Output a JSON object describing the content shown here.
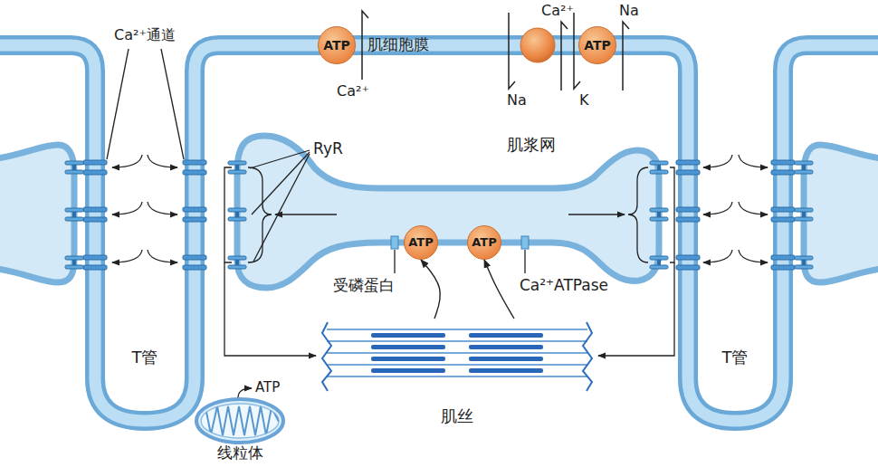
{
  "diagram": {
    "nodes": [
      {
        "text": [
          "ATP"
        ]
      },
      {
        "text": [
          "ATP"
        ]
      },
      {
        "text": [
          "ATP"
        ]
      },
      {
        "text": [
          "ATP"
        ]
      },
      {
        "text": [
          "肌丝"
        ]
      },
      {
        "text": [
          "线粒体"
        ]
      }
    ],
    "edges": [
      {
        "from": 4,
        "to": 2,
        "arrow": "to"
      },
      {
        "from": 4,
        "to": 3,
        "arrow": "to"
      }
    ],
    "labels": [
      "Ca²⁺通道",
      "肌细胞膜",
      "Ca²⁺",
      "Ca²⁺",
      "Na",
      "Na",
      "K",
      "RyR",
      "肌浆网",
      "受磷蛋白",
      "Ca²⁺ATPase",
      "T管",
      "T管",
      "ATP"
    ]
  }
}
